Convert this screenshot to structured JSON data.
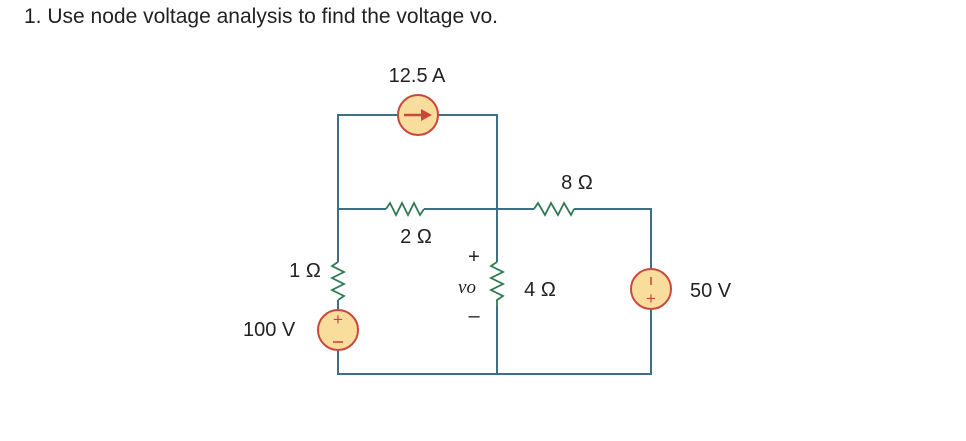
{
  "question": "1.  Use node voltage analysis to find the voltage vo.",
  "labels": {
    "current_source": "12.5 A",
    "r_2": "2 Ω",
    "r_8": "8 Ω",
    "r_1": "1 Ω",
    "r_4": "4 Ω",
    "v_100": "100 V",
    "v_50": "50 V",
    "vo_symbol": "vo",
    "vo_plus": "+",
    "vo_minus": "–"
  },
  "colors": {
    "wire": "#3f6f86",
    "resistor": "#2f7a52",
    "source_fill": "#f9dd9c",
    "source_stroke": "#c9483e"
  }
}
